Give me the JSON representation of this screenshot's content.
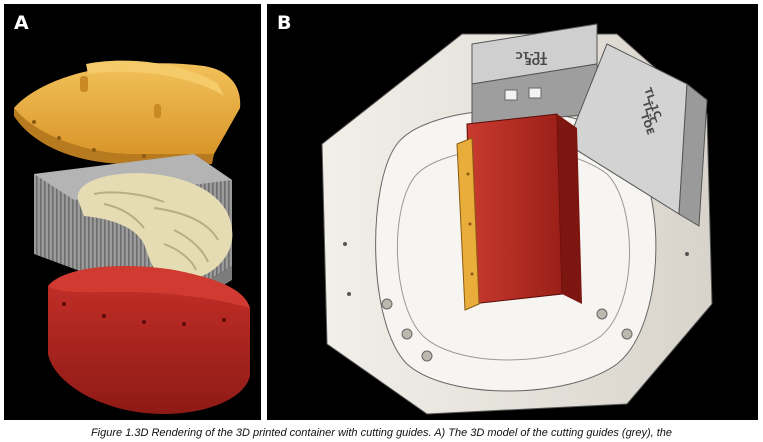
{
  "figure": {
    "panel_a_label": "A",
    "panel_b_label": "B",
    "engraving_lines": [
      "TL-1C",
      "TL-C",
      "TOE"
    ],
    "caption": "Figure 1.3D Rendering of the 3D printed container with cutting guides. A) The 3D model of the cutting guides (grey), the"
  },
  "colors": {
    "background": "#000000",
    "lid_orange": "#e8ad3a",
    "container_red": "#b3231c",
    "guide_grey": "#8d8d8d",
    "brain_cream": "#e6dcb4",
    "housing_white": "#e9e6df"
  }
}
